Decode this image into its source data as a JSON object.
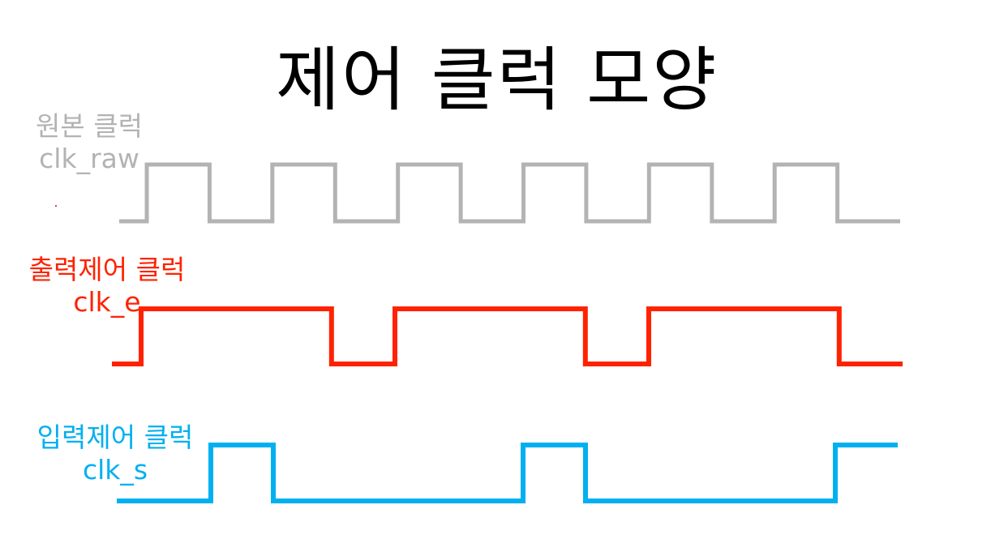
{
  "title": "제어 클럭 모양",
  "signals": [
    {
      "id": "clk_raw",
      "name": "원본 클럭",
      "signal": "clk_raw",
      "color": "#b3b3b3",
      "levels": [
        0,
        1,
        1,
        0,
        0,
        1,
        1,
        0,
        0,
        1,
        1,
        0,
        0,
        1,
        1,
        0,
        0,
        1,
        1,
        0,
        0,
        1,
        1,
        0,
        0
      ]
    },
    {
      "id": "clk_e",
      "name": "출력제어 클럭",
      "signal": "clk_e",
      "color": "#ff2200",
      "levels": [
        0,
        1,
        1,
        1,
        1,
        1,
        1,
        0,
        0,
        1,
        1,
        1,
        1,
        1,
        1,
        0,
        0,
        1,
        1,
        1,
        1,
        1,
        1,
        0,
        0
      ]
    },
    {
      "id": "clk_s",
      "name": "입력제어 클럭",
      "signal": "clk_s",
      "color": "#00b0f0",
      "levels": [
        0,
        0,
        0,
        1,
        1,
        0,
        0,
        0,
        0,
        0,
        0,
        0,
        0,
        1,
        1,
        0,
        0,
        0,
        0,
        0,
        0,
        0,
        0,
        1,
        1
      ]
    }
  ]
}
